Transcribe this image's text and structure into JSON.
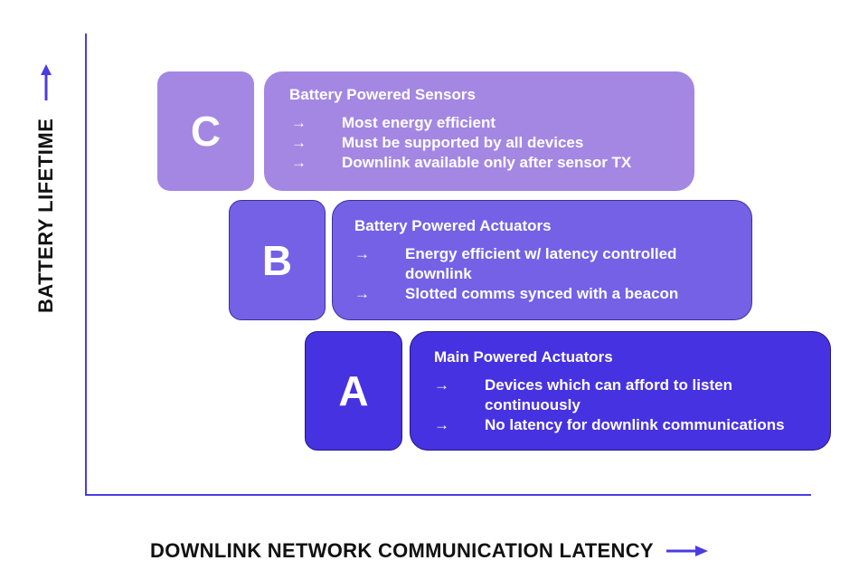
{
  "axes": {
    "y_label": "BATTERY LIFETIME",
    "x_label": "DOWNLINK NETWORK COMMUNICATION LATENCY",
    "color": "#4a3ce0"
  },
  "tiers": [
    {
      "letter": "C",
      "title": "Battery Powered Sensors",
      "color": "#a487e3",
      "bullets": [
        {
          "arrow": "→",
          "text": "Most energy efficient"
        },
        {
          "arrow": "→",
          "text": "Must be supported by all devices"
        },
        {
          "arrow": "→",
          "text": "Downlink available only after sensor TX"
        }
      ]
    },
    {
      "letter": "B",
      "title": "Battery Powered Actuators",
      "color": "#7561e6",
      "bullets": [
        {
          "arrow": "→",
          "text": "Energy efficient w/ latency controlled downlink"
        },
        {
          "arrow": "→",
          "text": "Slotted comms synced with a beacon"
        }
      ]
    },
    {
      "letter": "A",
      "title": "Main Powered Actuators",
      "color": "#4632e0",
      "bullets": [
        {
          "arrow": "→",
          "text": "Devices which can afford to listen continuously"
        },
        {
          "arrow": "→",
          "text": "No latency for downlink communications"
        }
      ]
    }
  ]
}
